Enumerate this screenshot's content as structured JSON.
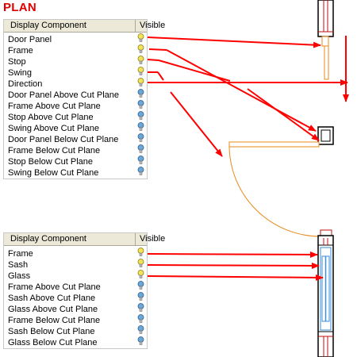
{
  "title": "PLAN",
  "door_table": {
    "col_component": "Display Component",
    "col_visible": "Visible",
    "rows": [
      {
        "label": "Door Panel",
        "visible": true
      },
      {
        "label": "Frame",
        "visible": true
      },
      {
        "label": "Stop",
        "visible": true
      },
      {
        "label": "Swing",
        "visible": true
      },
      {
        "label": "Direction",
        "visible": true
      },
      {
        "label": "Door Panel Above Cut Plane",
        "visible": false
      },
      {
        "label": "Frame Above Cut Plane",
        "visible": false
      },
      {
        "label": "Stop Above Cut Plane",
        "visible": false
      },
      {
        "label": "Swing Above Cut Plane",
        "visible": false
      },
      {
        "label": "Door Panel Below Cut Plane",
        "visible": false
      },
      {
        "label": "Frame Below Cut Plane",
        "visible": false
      },
      {
        "label": "Stop Below Cut Plane",
        "visible": false
      },
      {
        "label": "Swing Below Cut Plane",
        "visible": false
      }
    ]
  },
  "window_table": {
    "col_component": "Display Component",
    "col_visible": "Visible",
    "rows": [
      {
        "label": "Frame",
        "visible": true
      },
      {
        "label": "Sash",
        "visible": true
      },
      {
        "label": "Glass",
        "visible": true
      },
      {
        "label": "Frame Above Cut Plane",
        "visible": false
      },
      {
        "label": "Sash Above Cut Plane",
        "visible": false
      },
      {
        "label": "Glass Above Cut Plane",
        "visible": false
      },
      {
        "label": "Frame Below Cut Plane",
        "visible": false
      },
      {
        "label": "Sash Below Cut Plane",
        "visible": false
      },
      {
        "label": "Glass Below Cut Plane",
        "visible": false
      }
    ]
  },
  "colors": {
    "arrow": "#ff0000",
    "door_component": "#e88a1a",
    "glass": "#3a8fd8",
    "wall_hatch": "#c01010",
    "bulb_on": "#f2e35a",
    "bulb_off": "#6aa6d6"
  }
}
